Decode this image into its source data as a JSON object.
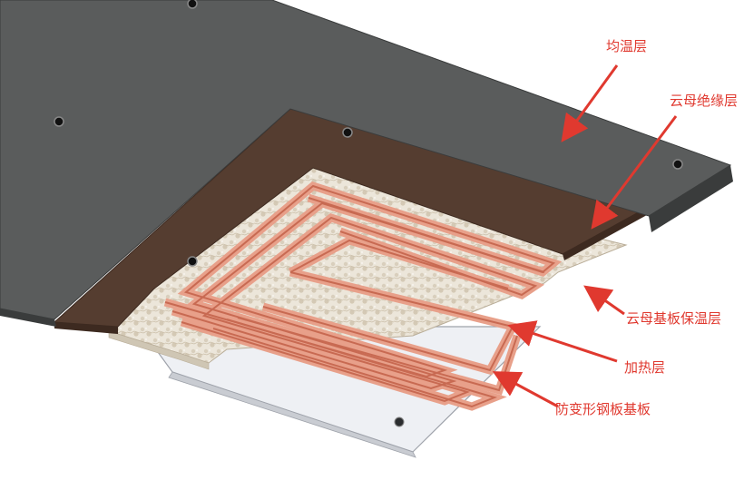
{
  "labels": {
    "top_layer": "均温层",
    "mica_insulation": "云母绝缘层",
    "mica_substrate": "云母基板保温层",
    "heating_layer": "加热层",
    "base_plate": "防变形钢板基板"
  },
  "colors": {
    "top_layer": "#5a5c5c",
    "top_layer_edge": "#3a3c3c",
    "mica_insulation": "#553d30",
    "mica_substrate": "#e8e2d6",
    "heating_element": "#e8a08a",
    "heating_element_edge": "#c86a52",
    "base_plate": "#eef0f4",
    "annotation": "#e0392f"
  }
}
